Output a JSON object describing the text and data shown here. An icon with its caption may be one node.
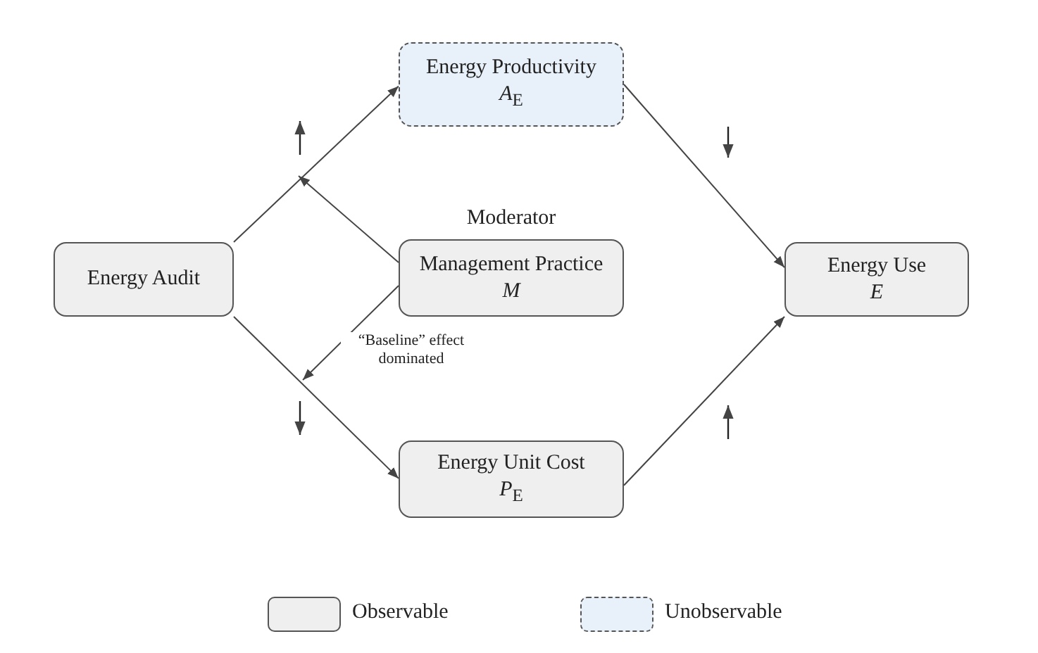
{
  "diagram": {
    "nodes": [
      {
        "text": [
          "Energy Audit"
        ]
      },
      {
        "text": [
          "Energy Productivity",
          "*A*$_{E}$"
        ]
      },
      {
        "text": [
          "Moderator",
          "Management Practice",
          "*M*"
        ]
      },
      {
        "text": [
          "Energy Unit Cost",
          "*P*$_{E}$"
        ]
      },
      {
        "text": [
          "Energy Use",
          "*E*"
        ]
      }
    ],
    "edges": [
      {
        "from": 0,
        "to": 1,
        "arrow": "to"
      },
      {
        "from": 1,
        "to": 4,
        "arrow": "to"
      },
      {
        "from": 0,
        "to": 3,
        "arrow": "to"
      },
      {
        "from": 3,
        "to": 4,
        "arrow": "to"
      },
      {
        "from": 2,
        "to": null,
        "arrow": "to"
      },
      {
        "from": 2,
        "to": null,
        "arrow": "to",
        "label": "“Baseline” effect dominated"
      }
    ],
    "legend": [
      {
        "text": "Observable",
        "color": "#efefef"
      },
      {
        "text": "Unobservable",
        "color": "#e8f0fa"
      }
    ]
  }
}
